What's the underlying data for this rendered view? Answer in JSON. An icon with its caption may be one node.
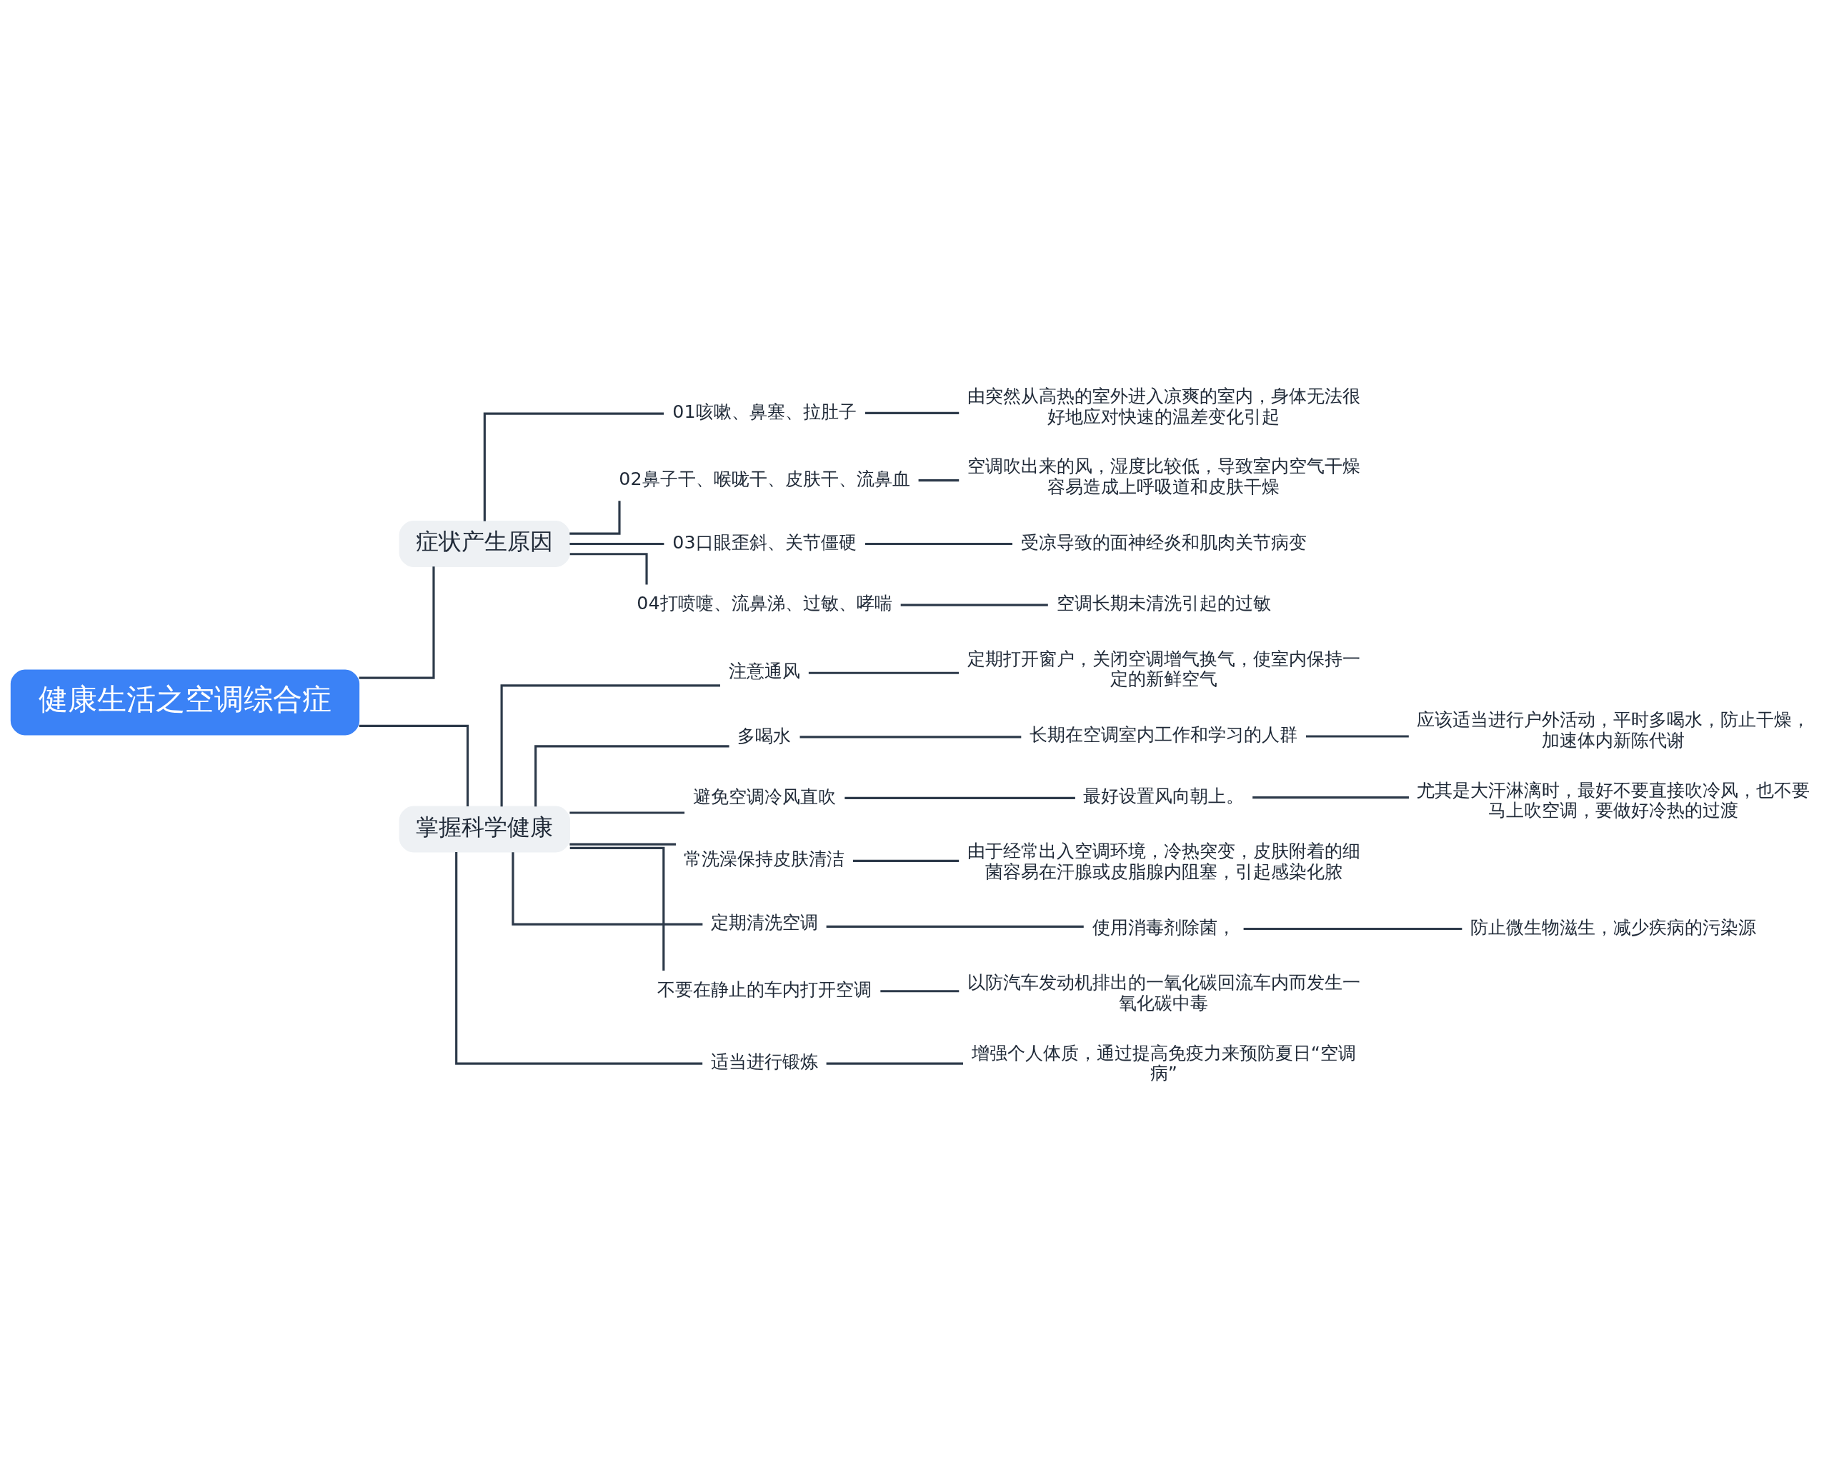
{
  "diagram": {
    "nodes": [
      {
        "text": [
          "健康生活之空调综合症"
        ]
      },
      {
        "text": [
          "症状产生原因"
        ]
      },
      {
        "text": [
          "01咳嗽、鼻塞、拉肚子"
        ]
      },
      {
        "text": [
          "由突然从高热的室外进入凉爽的室内，身体无法很好地应对快速的温差变化引起"
        ]
      },
      {
        "text": [
          "02鼻子干、喉咙干、皮肤干、流鼻血"
        ]
      },
      {
        "text": [
          "空调吹出来的风，湿度比较低，导致室内空气干燥容易造成上呼吸道和皮肤干燥"
        ]
      },
      {
        "text": [
          "03口眼歪斜、关节僵硬"
        ]
      },
      {
        "text": [
          "受凉导致的面神经炎和肌肉关节病变"
        ]
      },
      {
        "text": [
          "04打喷嚏、流鼻涕、过敏、哮喘"
        ]
      },
      {
        "text": [
          "空调长期未清洗引起的过敏"
        ]
      },
      {
        "text": [
          "掌握科学健康"
        ]
      },
      {
        "text": [
          "注意通风"
        ]
      },
      {
        "text": [
          "定期打开窗户，关闭空调增气换气，使室内保持一定的新鲜空气"
        ]
      },
      {
        "text": [
          "多喝水"
        ]
      },
      {
        "text": [
          "长期在空调室内工作和学习的人群"
        ]
      },
      {
        "text": [
          "应该适当进行户外活动，平时多喝水，防止干燥，加速体内新陈代谢"
        ]
      },
      {
        "text": [
          "避免空调冷风直吹"
        ]
      },
      {
        "text": [
          "最好设置风向朝上。"
        ]
      },
      {
        "text": [
          "尤其是大汗淋漓时，最好不要直接吹冷风，也不要马上吹空调，要做好冷热的过渡"
        ]
      },
      {
        "text": [
          "常洗澡保持皮肤清洁"
        ]
      },
      {
        "text": [
          "由于经常出入空调环境，冷热突变，皮肤附着的细菌容易在汗腺或皮脂腺内阻塞，引起感染化脓"
        ]
      },
      {
        "text": [
          "定期清洗空调"
        ]
      },
      {
        "text": [
          "使用消毒剂除菌，"
        ]
      },
      {
        "text": [
          "防止微生物滋生，减少疾病的污染源"
        ]
      },
      {
        "text": [
          "不要在静止的车内打开空调"
        ]
      },
      {
        "text": [
          "以防汽车发动机排出的一氧化碳回流车内而发生一氧化碳中毒"
        ]
      },
      {
        "text": [
          "适当进行锻炼"
        ]
      },
      {
        "text": [
          "增强个人体质，通过提高免疫力来预防夏日“空调病”"
        ]
      }
    ],
    "edges": [
      {
        "from": 0,
        "to": 1,
        "arrow": "none"
      },
      {
        "from": 1,
        "to": 2,
        "arrow": "none"
      },
      {
        "from": 2,
        "to": 3,
        "arrow": "none"
      },
      {
        "from": 1,
        "to": 4,
        "arrow": "none"
      },
      {
        "from": 4,
        "to": 5,
        "arrow": "none"
      },
      {
        "from": 1,
        "to": 6,
        "arrow": "none"
      },
      {
        "from": 6,
        "to": 7,
        "arrow": "none"
      },
      {
        "from": 1,
        "to": 8,
        "arrow": "none"
      },
      {
        "from": 8,
        "to": 9,
        "arrow": "none"
      },
      {
        "from": 0,
        "to": 10,
        "arrow": "none"
      },
      {
        "from": 10,
        "to": 11,
        "arrow": "none"
      },
      {
        "from": 11,
        "to": 12,
        "arrow": "none"
      },
      {
        "from": 10,
        "to": 13,
        "arrow": "none"
      },
      {
        "from": 13,
        "to": 14,
        "arrow": "none"
      },
      {
        "from": 14,
        "to": 15,
        "arrow": "none"
      },
      {
        "from": 10,
        "to": 16,
        "arrow": "none"
      },
      {
        "from": 16,
        "to": 17,
        "arrow": "none"
      },
      {
        "from": 17,
        "to": 18,
        "arrow": "none"
      },
      {
        "from": 10,
        "to": 19,
        "arrow": "none"
      },
      {
        "from": 19,
        "to": 20,
        "arrow": "none"
      },
      {
        "from": 10,
        "to": 21,
        "arrow": "none"
      },
      {
        "from": 21,
        "to": 22,
        "arrow": "none"
      },
      {
        "from": 22,
        "to": 23,
        "arrow": "none"
      },
      {
        "from": 10,
        "to": 24,
        "arrow": "none"
      },
      {
        "from": 24,
        "to": 25,
        "arrow": "none"
      },
      {
        "from": 10,
        "to": 26,
        "arrow": "none"
      },
      {
        "from": 26,
        "to": 27,
        "arrow": "none"
      }
    ]
  }
}
